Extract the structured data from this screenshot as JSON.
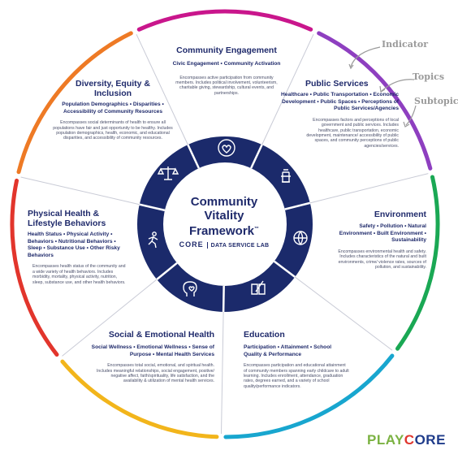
{
  "center": {
    "title_lines": [
      "Community",
      "Vitality",
      "Framework"
    ],
    "tm": "™",
    "core": "CORE",
    "lab": "DATA SERVICE LAB"
  },
  "annotations": {
    "indicator": "Indicator",
    "topics": "Topics",
    "subtopics": "Subtopics"
  },
  "brand": {
    "part1": "PLAY",
    "part2": "C",
    "part3": "ORE"
  },
  "colors": {
    "navy": "#1b2a6b",
    "community_engagement": "#c9168c",
    "public_services": "#8e3fc0",
    "environment": "#1aa854",
    "education": "#18a6cf",
    "social_emotional": "#f2b51b",
    "physical_health": "#e2352c",
    "diversity": "#ee7a25"
  },
  "segments": {
    "community_engagement": {
      "title": "Community Engagement",
      "topics": "Civic Engagement • Community Activation",
      "desc": "Encompasses active participation from community members. Includes political involvement, volunteerism, charitable giving, stewardship, cultural events, and partnerships.",
      "icon": "handshake-heart-icon"
    },
    "public_services": {
      "title": "Public Services",
      "topics": "Healthcare • Public Transportation • Economic Development • Public Spaces • Perceptions of Public Services/Agencies",
      "desc": "Encompasses factors and perceptions of local government and public services. Includes healthcare, public transportation, economic development, maintenance/ accessibility of public spaces, and community perceptions of public agencies/services.",
      "icon": "fire-hydrant-icon"
    },
    "environment": {
      "title": "Environment",
      "topics": "Safety • Pollution • Natural Environment • Built Environment • Sustainability",
      "desc": "Encompasses environmental health and safety. Includes characteristics of the natural and built environments, crime/ violence rates, sources of pollution, and sustainability.",
      "icon": "globe-icon"
    },
    "education": {
      "title": "Education",
      "topics": "Participation • Attainment • School Quality & Performance",
      "desc": "Encompasses participation and educational attainment of community members spanning early childcare to adult learning. Includes enrollment, attendance, graduation rates, degrees earned, and a variety of school quality/performance indicators.",
      "icon": "book-pencil-icon"
    },
    "social_emotional": {
      "title": "Social & Emotional Health",
      "topics": "Social Wellness • Emotional Wellness • Sense of Purpose • Mental Health Services",
      "desc": "Encompasses total social, emotional, and spiritual health. Includes meaningful relationships, social engagement, positive/ negative affect, faith/spirituality, life satisfaction, and the availability & utilization of mental health services.",
      "icon": "head-heart-icon"
    },
    "physical_health": {
      "title": "Physical Health & Lifestyle Behaviors",
      "topics": "Health Status • Physical Activity • Behaviors • Nutritional Behaviors • Sleep • Substance Use • Other Risky Behaviors",
      "desc": "Encompasses health status of the community and a wide variety of health behaviors. Includes morbidity, mortality, physical activity, nutrition, sleep, substance use, and other health behaviors.",
      "icon": "running-person-icon"
    },
    "diversity": {
      "title": "Diversity, Equity & Inclusion",
      "topics": "Population Demographics • Disparities • Accessibility of Community Resources",
      "desc": "Encompasses social determinants of health to ensure all populations have fair and just opportunity to be healthy. Includes population demographics, health, economic, and educational disparities, and accessibility of community resources.",
      "icon": "balance-scale-icon"
    }
  }
}
